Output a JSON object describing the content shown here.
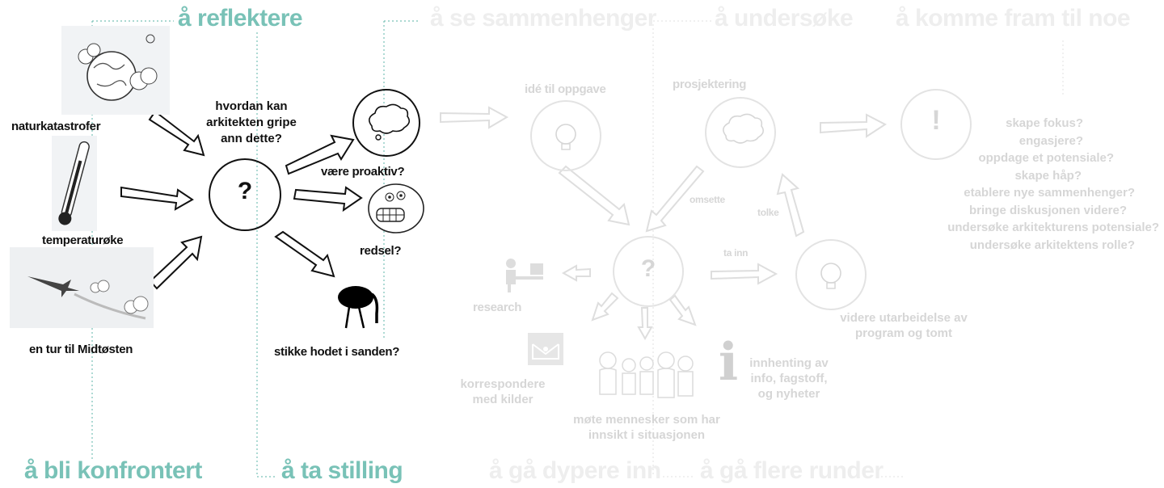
{
  "headings": {
    "reflect": "å reflektere",
    "connections": "å se sammenhenger",
    "examine": "å undersøke",
    "conclude": "å komme fram til noe",
    "confronted": "å bli konfrontert",
    "take_stance": "å ta stilling",
    "deeper": "å gå dypere inn",
    "rounds": "å gå flere runder"
  },
  "left": {
    "natural_disasters": "naturkatastrofer",
    "temperature": "temperaturøke",
    "trip": "en tur til Midtøsten",
    "question_l1": "hvordan kan",
    "question_l2": "arkitekten gripe",
    "question_l3": "ann dette?",
    "center_symbol": "?",
    "proactive": "være proaktiv?",
    "fear": "redsel?",
    "ostrich": "stikke hodet i sanden?"
  },
  "process": {
    "idea": "idé til oppgave",
    "projecting": "prosjektering",
    "convert": "omsette",
    "interpret": "tolke",
    "take_in": "ta inn",
    "center_symbol": "?",
    "research": "research",
    "correspond_l1": "korrespondere",
    "correspond_l2": "med kilder",
    "meet_l1": "møte mennesker som har",
    "meet_l2": "innsikt i situasjonen",
    "gather_l1": "innhenting av",
    "gather_l2": "info, fagstoff,",
    "gather_l3": "og nyheter",
    "elaborate_l1": "videre utarbeidelse av",
    "elaborate_l2": "program og tomt",
    "exclaim_symbol": "!",
    "info_symbol": "i"
  },
  "goals": [
    "skape fokus?",
    "engasjere?",
    "oppdage et potensiale?",
    "skape håp?",
    "etablere nye sammenhenger?",
    "bringe diskusjonen videre?",
    "undersøke arkitekturens potensiale?",
    "undersøke arkitektens rolle?"
  ],
  "colors": {
    "accent": "#79c2b7",
    "faded_heading": "#eeeeee",
    "faded_text": "#d6d6d6",
    "ink": "#111111"
  }
}
